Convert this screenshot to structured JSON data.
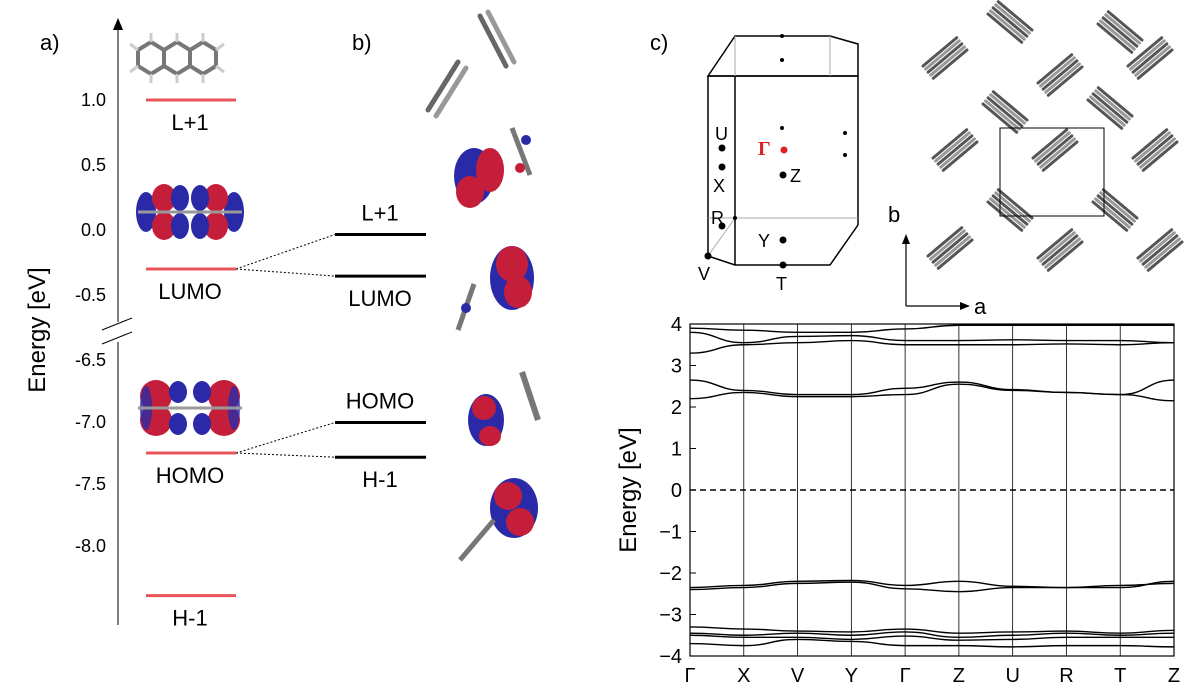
{
  "panel_labels": {
    "a": "a)",
    "b": "b)",
    "c": "c)"
  },
  "panel_a": {
    "ylabel": "Energy [eV]",
    "upper_ticks": [
      "1.0",
      "0.5",
      "0.0",
      "-0.5"
    ],
    "lower_ticks": [
      "-6.5",
      "-7.0",
      "-7.5",
      "-8.0"
    ],
    "levels": [
      {
        "label": "L+1",
        "energy_eV": 1.0
      },
      {
        "label": "LUMO",
        "energy_eV": -0.3
      },
      {
        "label": "HOMO",
        "energy_eV": -7.25
      },
      {
        "label": "H-1",
        "energy_eV": -8.4
      }
    ],
    "level_color": "#e8545a",
    "orbital_colors": {
      "positive": "#c41e3a",
      "negative": "#2a2aa8"
    }
  },
  "panel_b": {
    "levels": [
      {
        "label": "L+1",
        "energy_eV": -0.05
      },
      {
        "label": "LUMO",
        "energy_eV": -0.37
      },
      {
        "label": "HOMO",
        "energy_eV": -7.02
      },
      {
        "label": "H-1",
        "energy_eV": -7.3
      }
    ]
  },
  "panel_c": {
    "kpoints": [
      "U",
      "X",
      "R",
      "Y",
      "V",
      "T",
      "Z"
    ],
    "gamma_label": "Γ",
    "gamma_color": "#e02020",
    "lattice_axes": {
      "a": "a",
      "b": "b"
    }
  },
  "chart_data": {
    "type": "line",
    "title": "",
    "xlabel": "",
    "ylabel": "Energy [eV]",
    "ylim": [
      -4,
      4
    ],
    "yticks": [
      4,
      3,
      2,
      1,
      0,
      -1,
      -2,
      -3,
      -4
    ],
    "ytick_labels": [
      "4",
      "3",
      "2",
      "1",
      "0",
      "−1",
      "−2",
      "−3",
      "−4"
    ],
    "path_labels": [
      "Γ",
      "X",
      "V",
      "Y",
      "Γ",
      "Z",
      "U",
      "R",
      "T",
      "Z"
    ],
    "fermi_level": 0,
    "grid": "vertical lines at high-symmetry points",
    "bands": [
      {
        "values": [
          3.9,
          3.85,
          3.8,
          3.8,
          3.88,
          3.97,
          3.97,
          3.97,
          3.97,
          3.97
        ]
      },
      {
        "values": [
          3.8,
          3.55,
          3.7,
          3.72,
          3.6,
          3.6,
          3.62,
          3.6,
          3.6,
          3.55
        ]
      },
      {
        "values": [
          3.3,
          3.5,
          3.55,
          3.6,
          3.5,
          3.5,
          3.5,
          3.52,
          3.5,
          3.55
        ]
      },
      {
        "values": [
          2.65,
          2.4,
          2.3,
          2.3,
          2.45,
          2.6,
          2.42,
          2.35,
          2.3,
          2.65
        ]
      },
      {
        "values": [
          2.2,
          2.35,
          2.25,
          2.25,
          2.3,
          2.55,
          2.4,
          2.35,
          2.3,
          2.15
        ]
      },
      {
        "values": [
          -2.35,
          -2.3,
          -2.2,
          -2.18,
          -2.3,
          -2.2,
          -2.32,
          -2.35,
          -2.35,
          -2.2
        ]
      },
      {
        "values": [
          -2.4,
          -2.35,
          -2.25,
          -2.22,
          -2.38,
          -2.45,
          -2.35,
          -2.35,
          -2.3,
          -2.25
        ]
      },
      {
        "values": [
          -3.3,
          -3.35,
          -3.4,
          -3.42,
          -3.35,
          -3.45,
          -3.42,
          -3.4,
          -3.45,
          -3.38
        ]
      },
      {
        "values": [
          -3.45,
          -3.5,
          -3.45,
          -3.5,
          -3.42,
          -3.55,
          -3.5,
          -3.45,
          -3.5,
          -3.45
        ]
      },
      {
        "values": [
          -3.5,
          -3.55,
          -3.55,
          -3.6,
          -3.52,
          -3.62,
          -3.6,
          -3.55,
          -3.55,
          -3.55
        ]
      },
      {
        "values": [
          -3.7,
          -3.75,
          -3.6,
          -3.65,
          -3.75,
          -3.75,
          -3.78,
          -3.75,
          -3.75,
          -3.78
        ]
      }
    ]
  }
}
